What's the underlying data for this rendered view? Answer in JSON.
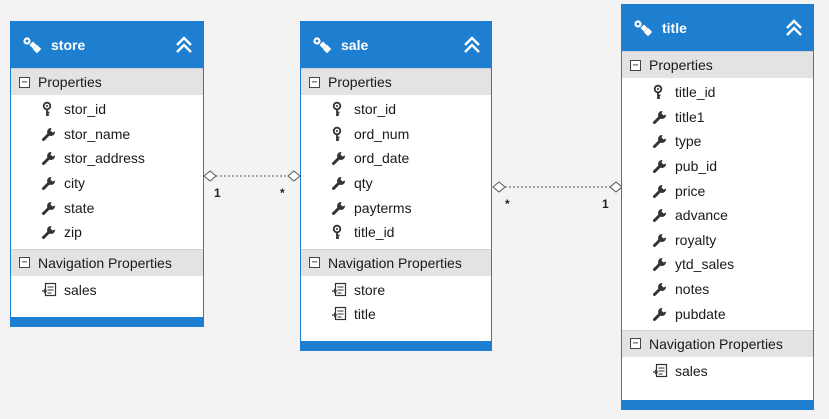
{
  "entities": {
    "store": {
      "name": "store",
      "sections": {
        "properties": {
          "label": "Properties",
          "items": [
            {
              "label": "stor_id",
              "icon": "key-icon"
            },
            {
              "label": "stor_name",
              "icon": "wrench-icon"
            },
            {
              "label": "stor_address",
              "icon": "wrench-icon"
            },
            {
              "label": "city",
              "icon": "wrench-icon"
            },
            {
              "label": "state",
              "icon": "wrench-icon"
            },
            {
              "label": "zip",
              "icon": "wrench-icon"
            }
          ]
        },
        "navigation": {
          "label": "Navigation Properties",
          "items": [
            {
              "label": "sales",
              "icon": "navigation-property-icon"
            }
          ]
        }
      }
    },
    "sale": {
      "name": "sale",
      "sections": {
        "properties": {
          "label": "Properties",
          "items": [
            {
              "label": "stor_id",
              "icon": "key-icon"
            },
            {
              "label": "ord_num",
              "icon": "key-icon"
            },
            {
              "label": "ord_date",
              "icon": "wrench-icon"
            },
            {
              "label": "qty",
              "icon": "wrench-icon"
            },
            {
              "label": "payterms",
              "icon": "wrench-icon"
            },
            {
              "label": "title_id",
              "icon": "key-icon"
            }
          ]
        },
        "navigation": {
          "label": "Navigation Properties",
          "items": [
            {
              "label": "store",
              "icon": "navigation-property-icon"
            },
            {
              "label": "title",
              "icon": "navigation-property-icon"
            }
          ]
        }
      }
    },
    "title": {
      "name": "title",
      "sections": {
        "properties": {
          "label": "Properties",
          "items": [
            {
              "label": "title_id",
              "icon": "key-icon"
            },
            {
              "label": "title1",
              "icon": "wrench-icon"
            },
            {
              "label": "type",
              "icon": "wrench-icon"
            },
            {
              "label": "pub_id",
              "icon": "wrench-icon"
            },
            {
              "label": "price",
              "icon": "wrench-icon"
            },
            {
              "label": "advance",
              "icon": "wrench-icon"
            },
            {
              "label": "royalty",
              "icon": "wrench-icon"
            },
            {
              "label": "ytd_sales",
              "icon": "wrench-icon"
            },
            {
              "label": "notes",
              "icon": "wrench-icon"
            },
            {
              "label": "pubdate",
              "icon": "wrench-icon"
            }
          ]
        },
        "navigation": {
          "label": "Navigation Properties",
          "items": [
            {
              "label": "sales",
              "icon": "navigation-property-icon"
            }
          ]
        }
      }
    }
  },
  "associations": {
    "store_sale": {
      "from": "store",
      "to": "sale",
      "from_multiplicity": "1",
      "to_multiplicity": "*"
    },
    "sale_title": {
      "from": "sale",
      "to": "title",
      "from_multiplicity": "*",
      "to_multiplicity": "1"
    }
  },
  "toggle_symbol": "⊟",
  "colors": {
    "header": "#1e7fd0",
    "section": "#e3e3e3",
    "background": "#f3f3f3"
  }
}
